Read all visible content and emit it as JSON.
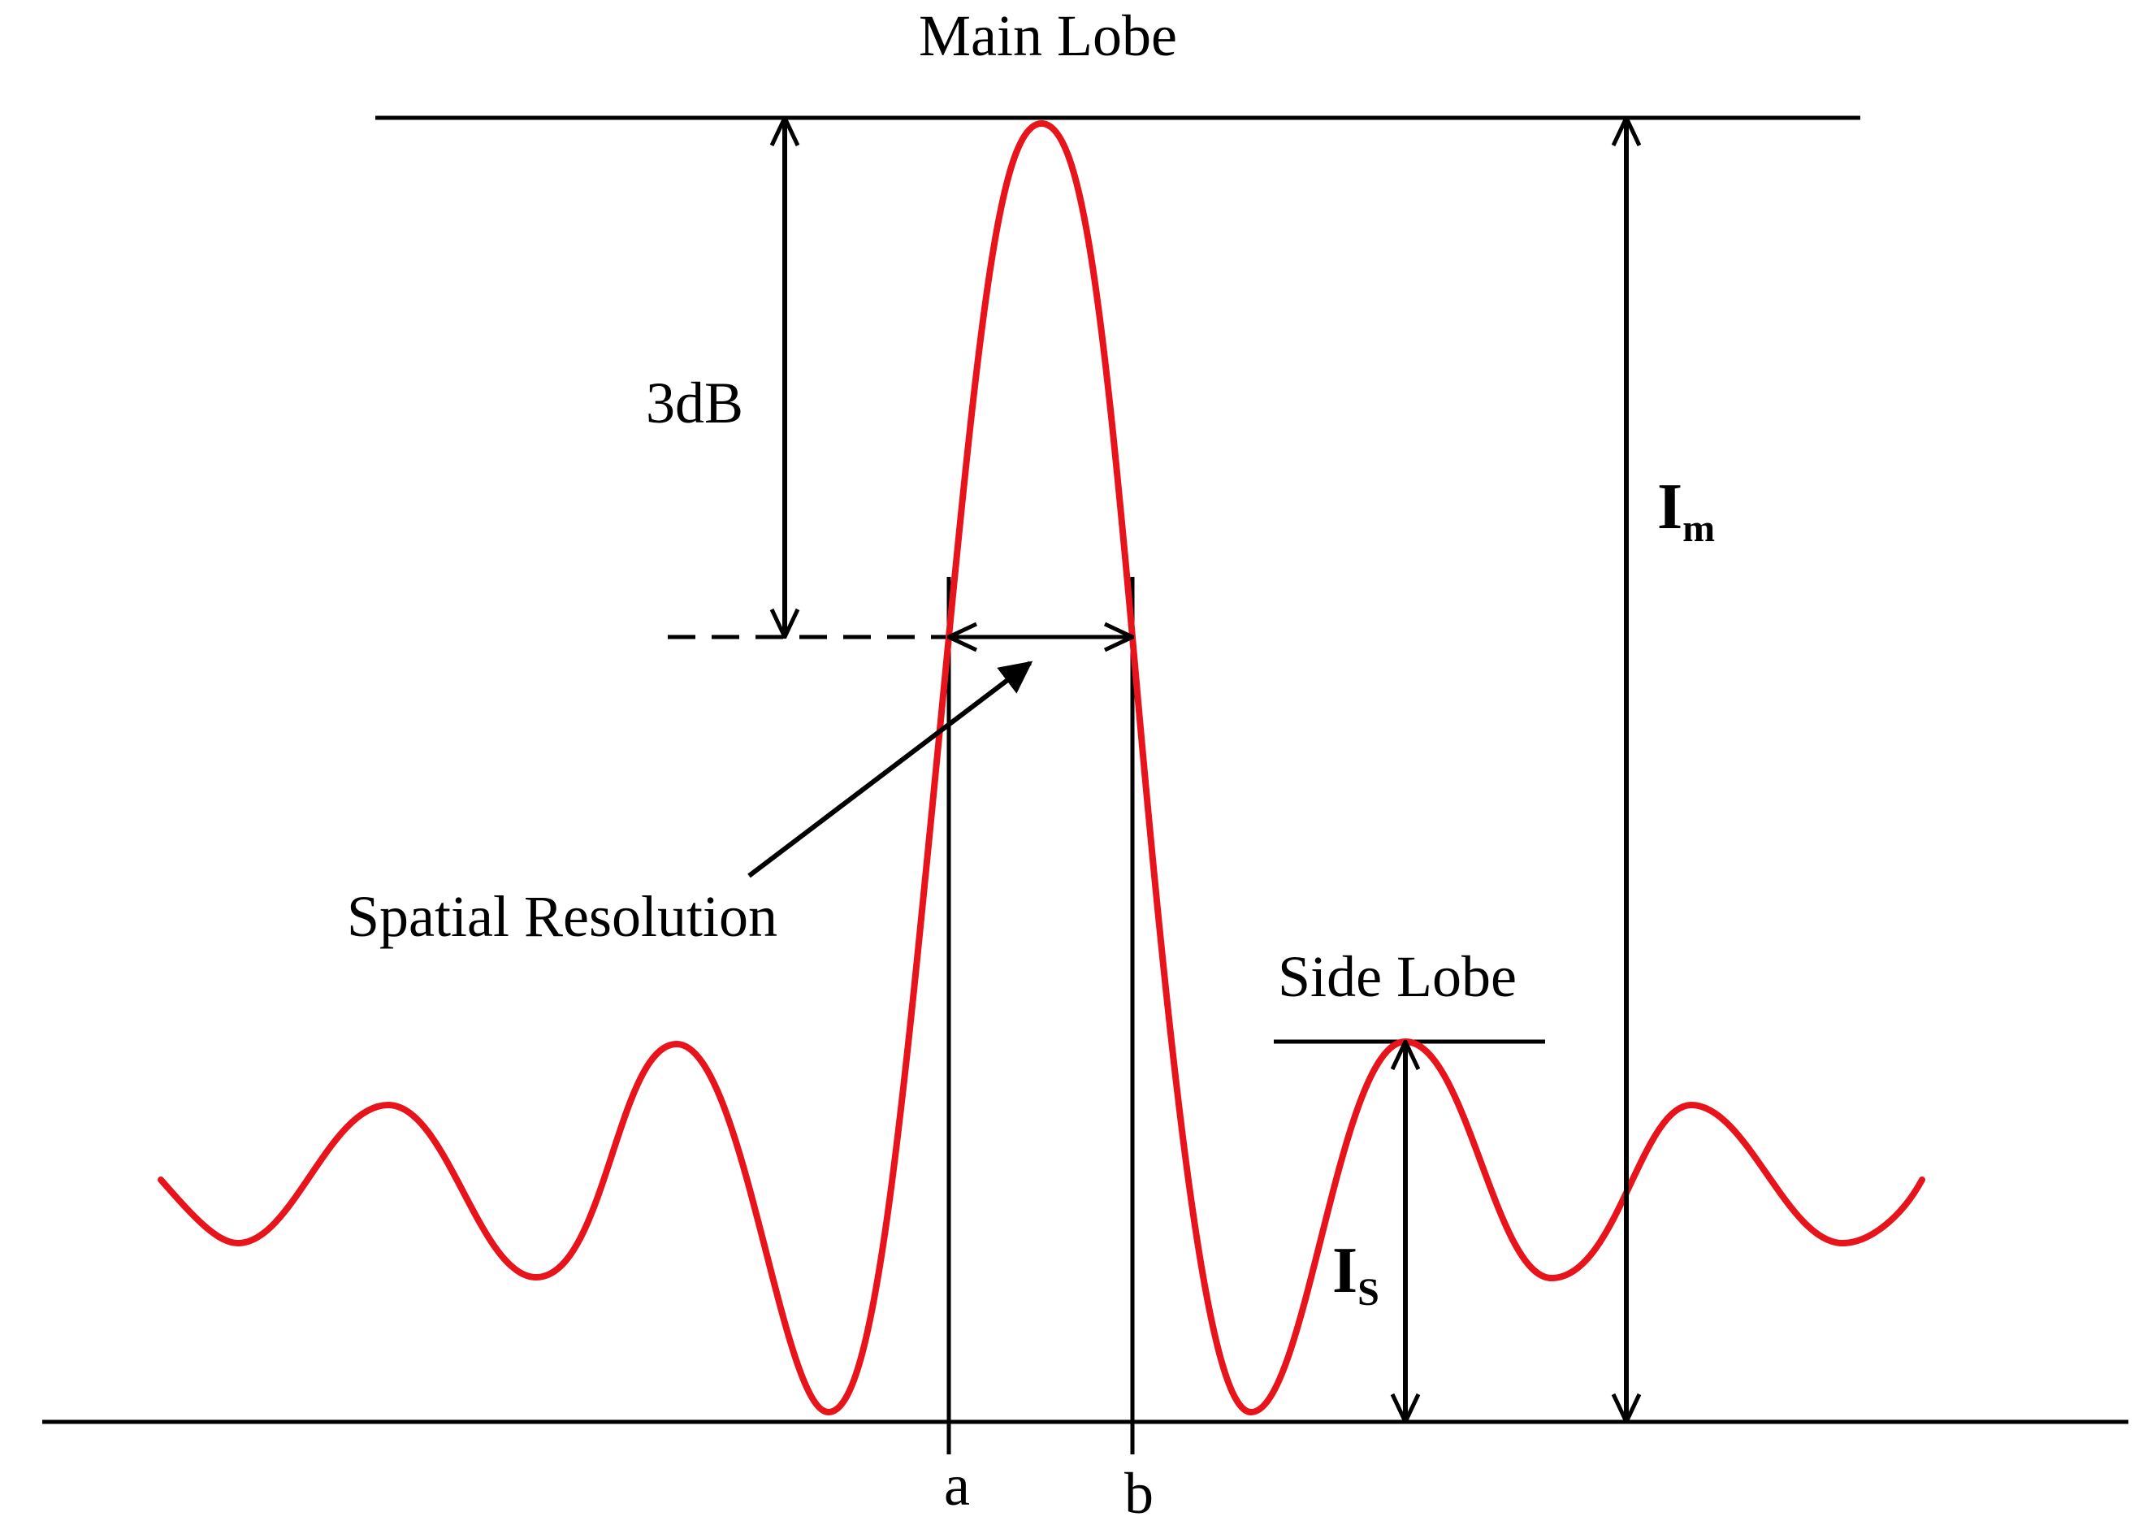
{
  "labels": {
    "main_lobe": "Main Lobe",
    "side_lobe": "Side Lobe",
    "three_db": "3dB",
    "spatial_resolution": "Spatial Resolution",
    "a": "a",
    "b": "b",
    "im_base": "I",
    "im_sub": "m",
    "is_base": "I",
    "is_sub": "S"
  },
  "colors": {
    "curve": "#e8141b",
    "lines": "#000000"
  }
}
